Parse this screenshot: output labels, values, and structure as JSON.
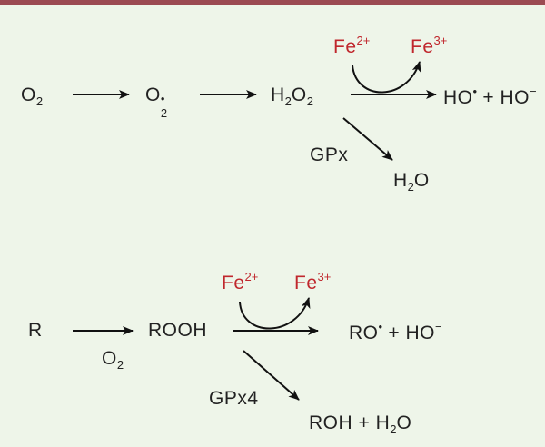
{
  "colors": {
    "background": "#eef5e9",
    "top_bar": "#9b4a52",
    "iron": "#c0272d",
    "ink": "#222222"
  },
  "pathway1": {
    "o2": {
      "base": "O",
      "sub": "2"
    },
    "superoxide": {
      "base": "O",
      "sup": "•",
      "sub": "2"
    },
    "h2o2": {
      "h": "H",
      "sub1": "2",
      "o": "O",
      "sub2": "2"
    },
    "fe2": {
      "base": "Fe",
      "sup": "2+"
    },
    "fe3": {
      "base": "Fe",
      "sup": "3+"
    },
    "products": {
      "ho_radical": "HO",
      "ho_radical_sup": "•",
      "plus": " + ",
      "hydroxide": "HO",
      "hydroxide_sup": "−"
    },
    "enzyme": "GPx",
    "water": {
      "h": "H",
      "sub": "2",
      "o": "O"
    }
  },
  "pathway2": {
    "r": "R",
    "o2": {
      "base": "O",
      "sub": "2"
    },
    "rooh": "ROOH",
    "fe2": {
      "base": "Fe",
      "sup": "2+"
    },
    "fe3": {
      "base": "Fe",
      "sup": "3+"
    },
    "products": {
      "ro_radical": "RO",
      "ro_radical_sup": "•",
      "plus": " + ",
      "hydroxide": "HO",
      "hydroxide_sup": "−"
    },
    "enzyme": "GPx4",
    "roh_water": {
      "roh": "ROH",
      "plus": " + ",
      "h": "H",
      "sub": "2",
      "o": "O"
    }
  }
}
